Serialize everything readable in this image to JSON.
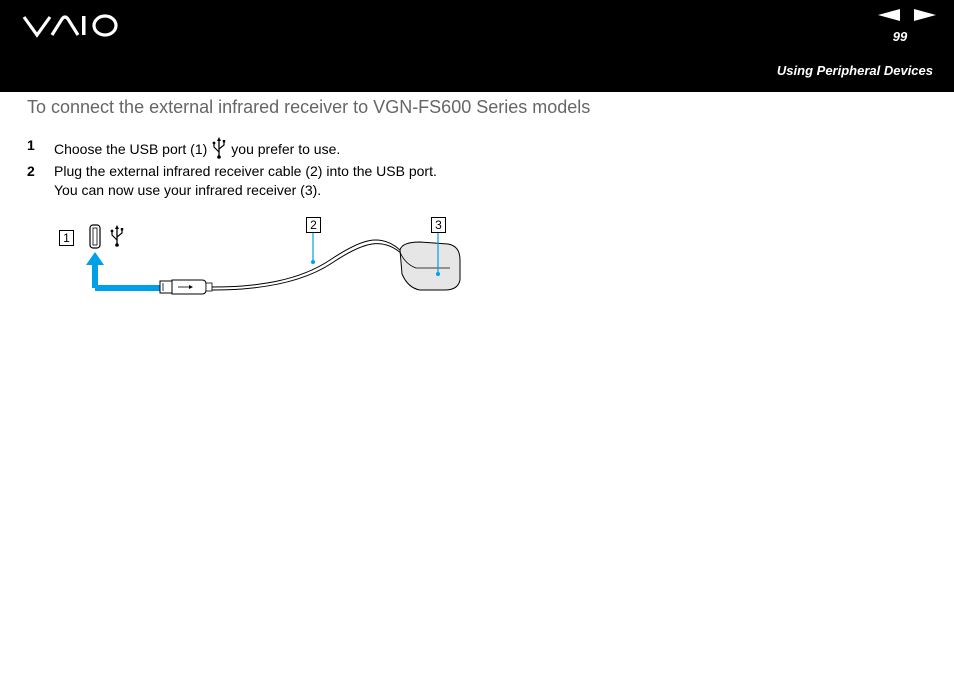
{
  "header": {
    "brand": "VAIO",
    "page_number": "99",
    "section": "Using Peripheral Devices",
    "prev_icon": "left-triangle-arrow",
    "next_icon": "right-triangle-arrow"
  },
  "heading": "To connect the external infrared receiver to VGN-FS600 Series models",
  "steps": [
    {
      "number": "1",
      "text_before": "Choose the USB port (1)",
      "text_after": "you prefer to use."
    },
    {
      "number": "2",
      "line1": "Plug the external infrared receiver cable (2) into the USB port.",
      "line2": "You can now use your infrared receiver (3)."
    }
  ],
  "figure": {
    "callouts": [
      "1",
      "2",
      "3"
    ],
    "arrow_color": "#00a0e9"
  }
}
